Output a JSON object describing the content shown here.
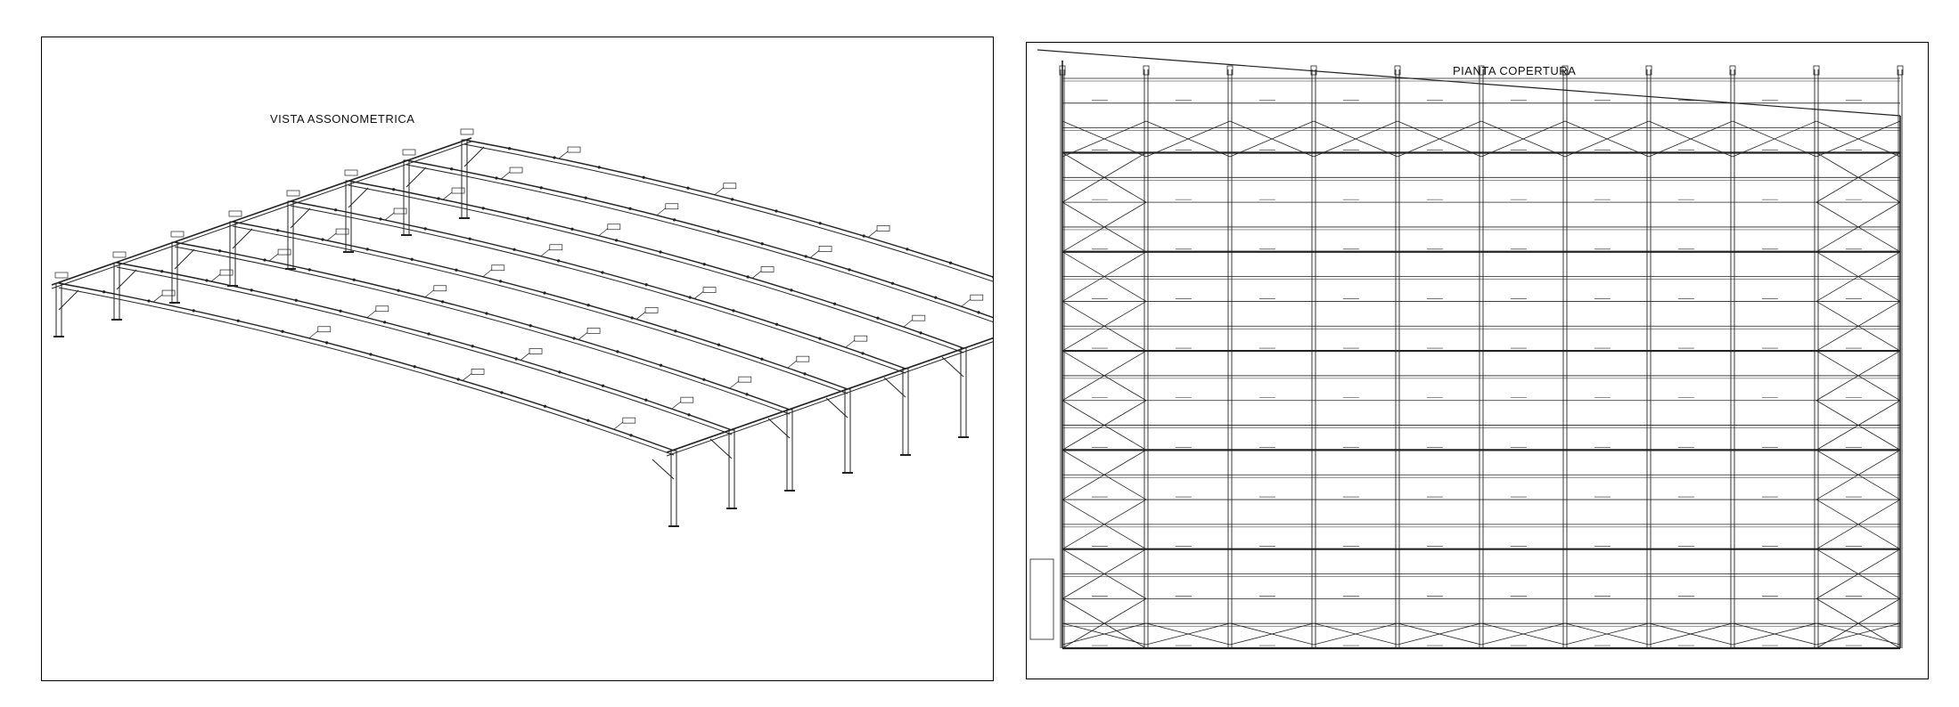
{
  "left_sheet": {
    "title": "VISTA ASSONOMETRICA",
    "frame_count": 8
  },
  "right_sheet": {
    "title": "PIANTA COPERTURA",
    "column_count": 11,
    "row_count": 24
  },
  "colors": {
    "line": "#222222",
    "paper": "#ffffff"
  }
}
